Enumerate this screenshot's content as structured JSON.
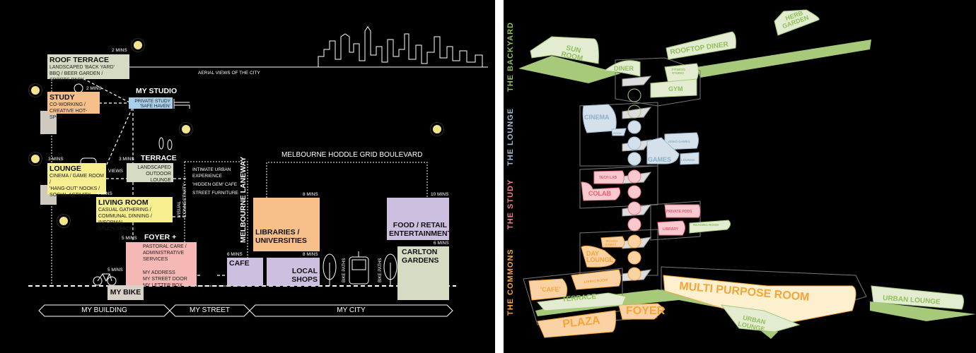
{
  "left": {
    "roof_terrace": {
      "title": "ROOF TERRACE",
      "lines": [
        "LANDSCAPED 'BACK YARD'",
        "BBQ / BEER GARDEN /",
        "SPORTS PARK"
      ],
      "mins": "2 MINS"
    },
    "study": {
      "title": "STUDY",
      "lines": [
        "CO-WORKING /",
        "CREATIVE HOT-SPOT"
      ],
      "mins": "2 MINS"
    },
    "my_studio": {
      "title": "MY STUDIO",
      "lines": [
        "PRIVATE STUDY",
        "'SAFE HAVEN'"
      ]
    },
    "lounge": {
      "title": "LOUNGE",
      "lines": [
        "CINEMA / GAME ROOM /",
        "'HANG-OUT' NOOKS /",
        "SOCIAL ACTIVITY"
      ],
      "mins": "3 MINS"
    },
    "views": "VIEWS",
    "terrace": {
      "title": "TERRACE",
      "lines": [
        "LANDSCAPED",
        "OUTDOOR LOUNGE"
      ],
      "mins": "3 MINS"
    },
    "living_room": {
      "title": "LIVING ROOM",
      "lines": [
        "CASUAL GATHERING /",
        "COMMUNAL DINNING / INFORMAL",
        "STUDY SPACES"
      ],
      "mins": "4 MINS"
    },
    "foyer": {
      "title": "FOYER +",
      "lines": [
        "PASTORAL CARE /",
        "ADMINISTRATIVE",
        "SERVICES"
      ],
      "lines2": [
        "MY ADDRESS",
        "MY STREET DOOR",
        "MY LETTER BOX"
      ],
      "mins": "5 MINS"
    },
    "my_bike": {
      "title": "MY BIKE",
      "mins": "5 MINS"
    },
    "aerial": "AERIAL VIEWS OF THE CITY",
    "laneway": {
      "title": "MELBOURNE LANEWAY",
      "items": [
        "INTIMATE URBAN",
        "EXPERIENCE",
        "'HIDDEN GEM' CAFE",
        "STREET FURNITURE"
      ],
      "visual": [
        "VISUAL",
        "CONNECTIVITY"
      ]
    },
    "hoddle": "MELBOURNE HODDLE GRID BOULEVARD",
    "cafe": {
      "title": "CAFE",
      "mins": "6 MINS"
    },
    "libraries": {
      "title": [
        "LIBRARIES /",
        "UNIVERSITIES"
      ],
      "mins": "8 MINS"
    },
    "local_shops": {
      "title": [
        "LOCAL",
        "SHOPS"
      ],
      "mins": "8 MINS"
    },
    "food_retail": {
      "title": [
        "FOOD / RETAIL",
        "ENTERTAINMENT"
      ],
      "mins": "10 MINS"
    },
    "carlton": {
      "title": [
        "CARLTON",
        "GARDENS"
      ],
      "mins": "6 MINS"
    },
    "bike_paths": "BIKE PATHS",
    "bands": [
      "MY BUILDING",
      "MY STREET",
      "MY CITY"
    ]
  },
  "right": {
    "sections": [
      {
        "label": "THE BACKYARD",
        "color": "#8fbf5a"
      },
      {
        "label": "THE LOUNGE",
        "color": "#9fbcd0"
      },
      {
        "label": "THE STUDY",
        "color": "#f07a8a"
      },
      {
        "label": "THE COMMONS",
        "color": "#f5a53a"
      }
    ],
    "rooms": {
      "sun_room": [
        "SUN",
        "ROOM"
      ],
      "diner": "DINER",
      "rooftop_diner": "ROOFTOP DINER",
      "herb_garden": [
        "HERB",
        "GARDEN"
      ],
      "fitness": [
        "FITNESS",
        "STUDIO"
      ],
      "gym": "GYM",
      "cinema": "CINEMA",
      "nook": "NOOK",
      "video_games": "VIDEO GAMES",
      "games": "GAMES",
      "lounge": "LOUNGE",
      "tech_lab": "TECH LAB",
      "colab": "COLAB",
      "private_pods": "PRIVATE PODS",
      "library": "LIBRARY",
      "reading_room": "READING ROOM",
      "board_games": [
        "BOARD",
        "GAMES"
      ],
      "day_lounge": [
        "DAY",
        "LOUNGE"
      ],
      "cafe": "'CAFE'",
      "living_room": "LIVING ROOM",
      "terrace": "TERRACE",
      "plaza": "PLAZA",
      "foyer": "FOYER",
      "multi_purpose": "MULTI PURPOSE ROOM",
      "urban_lounge_left": [
        "URBAN",
        "LOUNGE"
      ],
      "urban_lounge_right": "URBAN LOUNGE"
    },
    "colors": {
      "green": "#a6c97a",
      "green_light": "#e3ecd0",
      "blue_light": "#d4e1ea",
      "pink_light": "#f8c9cf",
      "orange_light": "#fbd2a4",
      "cream": "#fdf0cf"
    }
  }
}
